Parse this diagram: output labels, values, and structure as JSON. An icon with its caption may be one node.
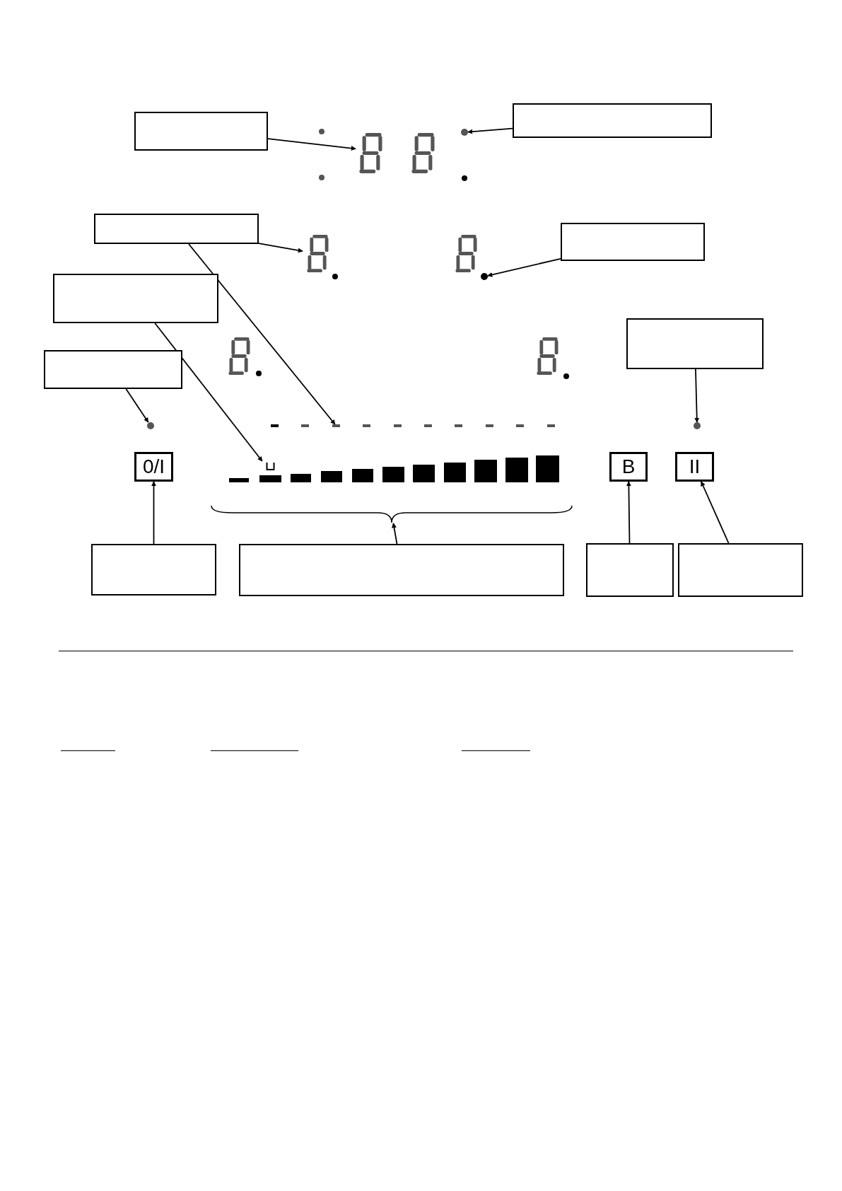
{
  "diagram": {
    "nodes": [
      {
        "text": [],
        "shape": "box"
      },
      {
        "text": [],
        "shape": "display"
      },
      {
        "text": [],
        "shape": "circle"
      },
      {
        "text": [],
        "shape": "box"
      },
      {
        "text": [],
        "shape": "box"
      },
      {
        "text": [],
        "shape": "display"
      },
      {
        "text": [],
        "shape": "circle"
      },
      {
        "text": [],
        "shape": "box"
      },
      {
        "text": [],
        "shape": "box"
      },
      {
        "text": [],
        "shape": "box"
      },
      {
        "text": [],
        "shape": "box"
      },
      {
        "text": [],
        "shape": "dash"
      },
      {
        "text": [],
        "shape": "circle"
      },
      {
        "text": [],
        "shape": "circle"
      },
      {
        "text": [
          "0/I"
        ]
      },
      {
        "text": [],
        "shape": "bar"
      },
      {
        "text": [
          "B"
        ]
      },
      {
        "text": [
          "II"
        ]
      },
      {
        "text": [],
        "shape": "brace"
      },
      {
        "text": [],
        "shape": "box"
      },
      {
        "text": [],
        "shape": "box"
      },
      {
        "text": [],
        "shape": "box"
      },
      {
        "text": [],
        "shape": "box"
      }
    ],
    "edges": [
      {
        "from": 0,
        "to": 1,
        "arrow": "to"
      },
      {
        "from": 3,
        "to": 2,
        "arrow": "to"
      },
      {
        "from": 4,
        "to": 5,
        "arrow": "to"
      },
      {
        "from": 4,
        "to": 11,
        "arrow": "to"
      },
      {
        "from": 7,
        "to": 6,
        "arrow": "to"
      },
      {
        "from": 8,
        "to": 15,
        "arrow": "to"
      },
      {
        "from": 10,
        "to": 12,
        "arrow": "to"
      },
      {
        "from": 9,
        "to": 13,
        "arrow": "to"
      },
      {
        "from": 19,
        "to": 14,
        "arrow": "to"
      },
      {
        "from": 20,
        "to": 18,
        "arrow": "to"
      },
      {
        "from": 21,
        "to": 16,
        "arrow": "to"
      },
      {
        "from": 22,
        "to": 17,
        "arrow": "to"
      }
    ]
  }
}
